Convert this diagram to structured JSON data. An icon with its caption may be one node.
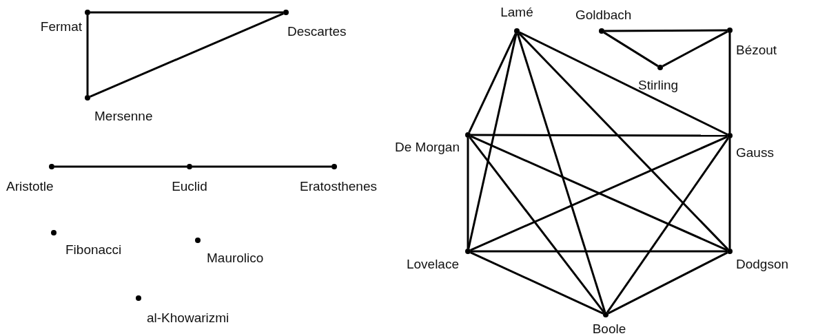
{
  "diagram": {
    "nodes": [
      {
        "text": [
          "Fermat"
        ]
      },
      {
        "text": [
          "Descartes"
        ]
      },
      {
        "text": [
          "Mersenne"
        ]
      },
      {
        "text": [
          "Lamé"
        ]
      },
      {
        "text": [
          "Goldbach"
        ]
      },
      {
        "text": [
          "Bézout"
        ]
      },
      {
        "text": [
          "Stirling"
        ]
      },
      {
        "text": [
          "De Morgan"
        ]
      },
      {
        "text": [
          "Gauss"
        ]
      },
      {
        "text": [
          "Aristotle"
        ]
      },
      {
        "text": [
          "Euclid"
        ]
      },
      {
        "text": [
          "Eratosthenes"
        ]
      },
      {
        "text": [
          "Fibonacci"
        ]
      },
      {
        "text": [
          "Maurolico"
        ]
      },
      {
        "text": [
          "Lovelace"
        ]
      },
      {
        "text": [
          "Dodgson"
        ]
      },
      {
        "text": [
          "al-Khowarizmi"
        ]
      },
      {
        "text": [
          "Boole"
        ]
      }
    ],
    "edges": [
      {
        "from": 0,
        "to": 1,
        "arrow": "none"
      },
      {
        "from": 0,
        "to": 2,
        "arrow": "none"
      },
      {
        "from": 2,
        "to": 1,
        "arrow": "none"
      },
      {
        "from": 9,
        "to": 10,
        "arrow": "none"
      },
      {
        "from": 10,
        "to": 11,
        "arrow": "none"
      },
      {
        "from": 4,
        "to": 5,
        "arrow": "none"
      },
      {
        "from": 4,
        "to": 6,
        "arrow": "none"
      },
      {
        "from": 6,
        "to": 5,
        "arrow": "none"
      },
      {
        "from": 5,
        "to": 8,
        "arrow": "none"
      },
      {
        "from": 3,
        "to": 7,
        "arrow": "none"
      },
      {
        "from": 3,
        "to": 8,
        "arrow": "none"
      },
      {
        "from": 3,
        "to": 14,
        "arrow": "none"
      },
      {
        "from": 3,
        "to": 15,
        "arrow": "none"
      },
      {
        "from": 3,
        "to": 17,
        "arrow": "none"
      },
      {
        "from": 7,
        "to": 8,
        "arrow": "none"
      },
      {
        "from": 7,
        "to": 14,
        "arrow": "none"
      },
      {
        "from": 7,
        "to": 15,
        "arrow": "none"
      },
      {
        "from": 7,
        "to": 17,
        "arrow": "none"
      },
      {
        "from": 8,
        "to": 14,
        "arrow": "none"
      },
      {
        "from": 8,
        "to": 15,
        "arrow": "none"
      },
      {
        "from": 8,
        "to": 17,
        "arrow": "none"
      },
      {
        "from": 14,
        "to": 15,
        "arrow": "none"
      },
      {
        "from": 14,
        "to": 17,
        "arrow": "none"
      },
      {
        "from": 15,
        "to": 17,
        "arrow": "none"
      }
    ]
  }
}
